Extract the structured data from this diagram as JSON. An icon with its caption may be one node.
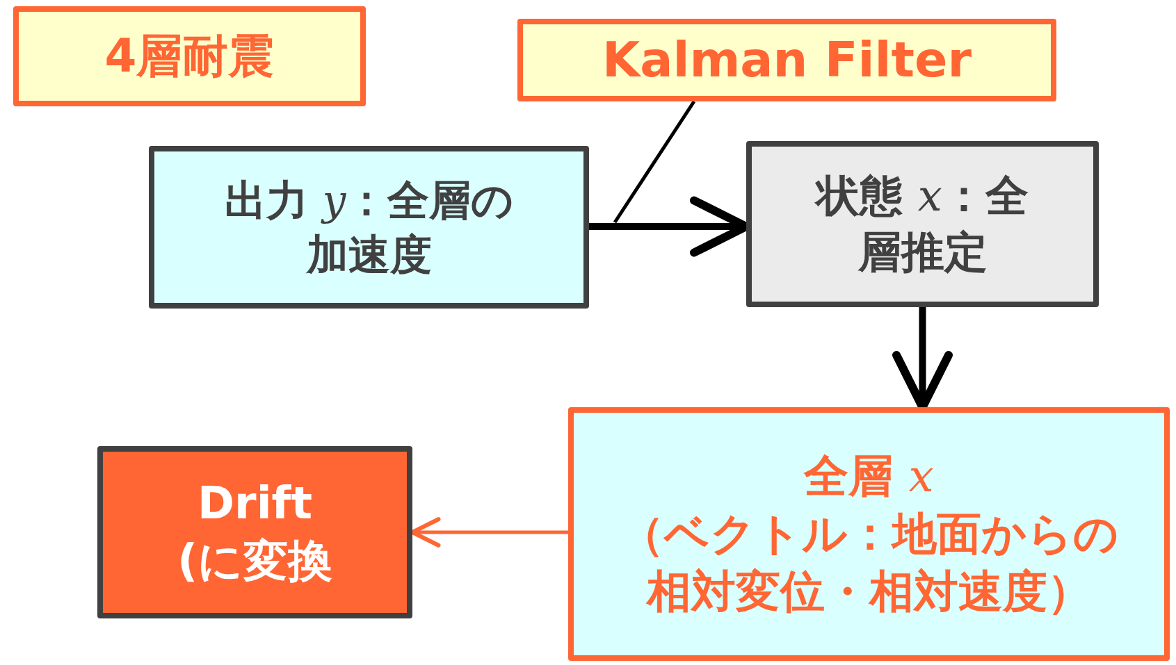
{
  "diagram": {
    "nodes": [
      {
        "text": [
          "4層耐震"
        ]
      },
      {
        "text": [
          "Kalman Filter"
        ]
      },
      {
        "text": [
          "出力 *y*：全層の加速度"
        ]
      },
      {
        "text": [
          "状態 *x*：全層推定"
        ]
      },
      {
        "text": [
          "全層 *x*",
          "（ベクトル：地面からの相対変位・相対速度）"
        ]
      },
      {
        "text": [
          "Drift (に変換"
        ]
      }
    ],
    "edges": [
      {
        "from": 2,
        "to": 3,
        "arrow": "to",
        "style": "thick"
      },
      {
        "from": 3,
        "to": 4,
        "arrow": "to",
        "style": "thick"
      },
      {
        "from": 4,
        "to": 5,
        "arrow": "to",
        "color": "#ff6633"
      },
      {
        "from": 1,
        "to": null,
        "arrow": "none"
      }
    ]
  }
}
